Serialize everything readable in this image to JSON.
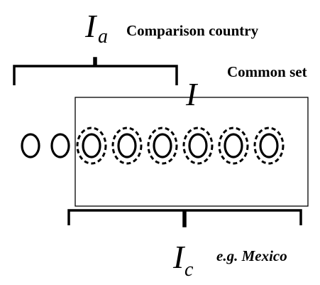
{
  "labels": {
    "comparison": "Comparison country",
    "common": "Common set",
    "example": "e.g. Mexico"
  },
  "symbols": {
    "ia_main": "I",
    "ia_sub": "a",
    "i_main": "I",
    "ic_main": "I",
    "ic_sub": "c"
  },
  "items": {
    "outside_count": 2,
    "inside_count": 6
  },
  "colors": {
    "stroke": "#000000",
    "background": "#ffffff"
  }
}
